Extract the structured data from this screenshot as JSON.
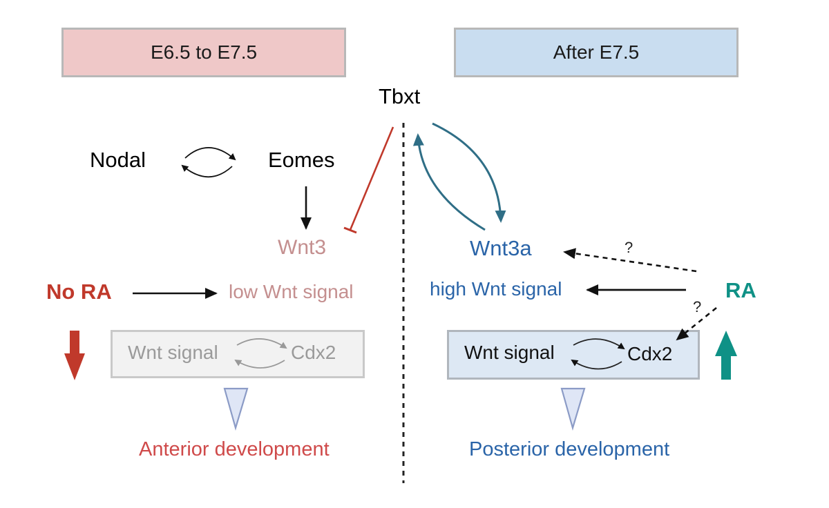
{
  "header_left": "E6.5 to E7.5",
  "header_right": "After E7.5",
  "tbxt": "Tbxt",
  "left": {
    "nodal": "Nodal",
    "eomes": "Eomes",
    "wnt3": "Wnt3",
    "no_ra": "No RA",
    "low_wnt": "low Wnt signal",
    "box_wnt": "Wnt signal",
    "box_cdx2": "Cdx2",
    "outcome": "Anterior development"
  },
  "right": {
    "wnt3a": "Wnt3a",
    "high_wnt": "high Wnt signal",
    "ra": "RA",
    "box_wnt": "Wnt signal",
    "box_cdx2": "Cdx2",
    "outcome": "Posterior development",
    "q1": "?",
    "q2": "?"
  },
  "colors": {
    "left_header_fill": "#efc8c8",
    "right_header_fill": "#c9ddf0",
    "header_border": "#b5b5b5",
    "red": "#c0392b",
    "faded_red": "#c48f8f",
    "blue_text": "#2a64a8",
    "teal_arrow": "#2f6e86",
    "ra_green": "#0f9186",
    "gray_text": "#9a9a9a",
    "left_box_fill": "#f2f2f2",
    "right_box_fill": "#dde8f4",
    "triangle_fill": "#dfe6f6",
    "triangle_stroke": "#8b9bc6"
  }
}
